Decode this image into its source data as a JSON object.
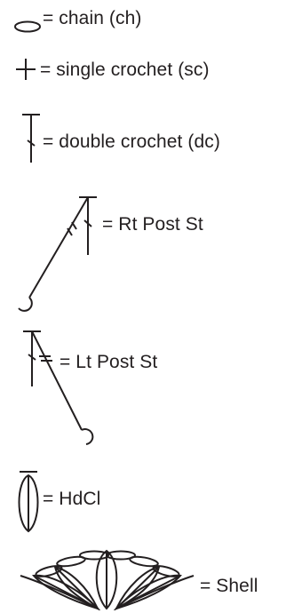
{
  "legend": {
    "items": [
      {
        "symbol": "chain-symbol-icon",
        "label": "= chain (ch)"
      },
      {
        "symbol": "single-crochet-symbol-icon",
        "label": "= single crochet (sc)"
      },
      {
        "symbol": "double-crochet-symbol-icon",
        "label": "= double crochet (dc)"
      },
      {
        "symbol": "right-post-stitch-symbol-icon",
        "label": "= Rt Post St"
      },
      {
        "symbol": "left-post-stitch-symbol-icon",
        "label": "= Lt Post St"
      },
      {
        "symbol": "hdcl-symbol-icon",
        "label": "= HdCl"
      },
      {
        "symbol": "shell-symbol-icon",
        "label": "= Shell"
      }
    ],
    "stroke_color": "#231f20"
  }
}
